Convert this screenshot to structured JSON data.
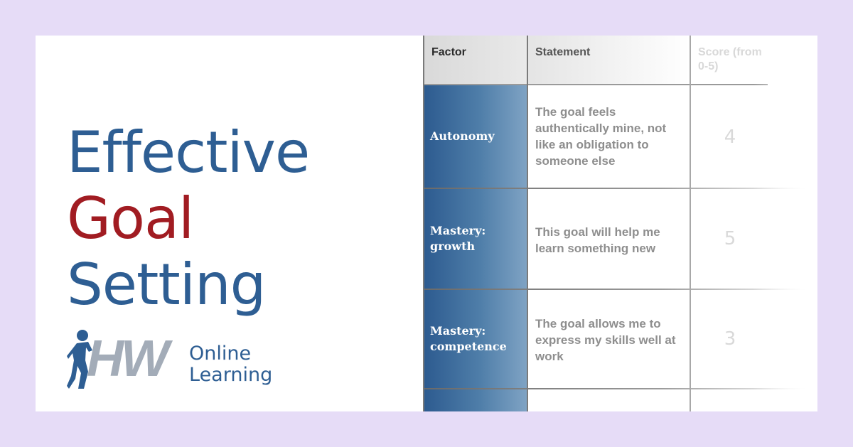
{
  "title": {
    "line1": "Effective",
    "line2": "Goal",
    "line3": "Setting"
  },
  "logo": {
    "mark": "HW",
    "line1": "Online",
    "line2": "Learning"
  },
  "table": {
    "headers": {
      "factor": "Factor",
      "statement": "Statement",
      "score": "Score (from 0-5)"
    },
    "rows": [
      {
        "factor": "Autonomy",
        "statement": "The goal feels authentically mine, not like an obligation to someone else",
        "score": "4"
      },
      {
        "factor": "Mastery: growth",
        "statement": "This goal will help me learn something new",
        "score": "5"
      },
      {
        "factor": "Mastery: competence",
        "statement": "The goal allows me to express my skills well at work",
        "score": "3"
      }
    ]
  },
  "colors": {
    "background": "#e6dcf7",
    "title_blue": "#2e5e93",
    "title_red": "#a11c22",
    "factor_blue": "#2c5a8f",
    "logo_grey": "#a3acb8"
  }
}
